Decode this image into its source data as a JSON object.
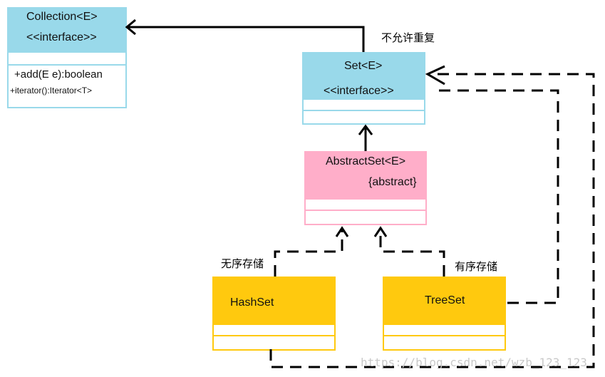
{
  "collection": {
    "name": "Collection<E>",
    "stereotype": "<<interface>>",
    "methods": [
      "+add(E e):boolean",
      "+iterator():Iterator<T>"
    ]
  },
  "set": {
    "name": "Set<E>",
    "stereotype": "<<interface>>",
    "note": "不允许重复"
  },
  "abstract_set": {
    "name": "AbstractSet<E>",
    "modifier": "{abstract}"
  },
  "hash_set": {
    "name": "HashSet",
    "note": "无序存储"
  },
  "tree_set": {
    "name": "TreeSet",
    "note": "有序存储"
  },
  "watermark": "https://blog.csdn.net/wzb_123_123",
  "colors": {
    "interface_fill": "#99d9ea",
    "abstract_fill": "#ffaec9",
    "class_fill": "#ffc90e",
    "interface_border": "#99d9ea",
    "abstract_border": "#ffaec9",
    "class_border": "#ffc90e",
    "line": "#000000"
  }
}
